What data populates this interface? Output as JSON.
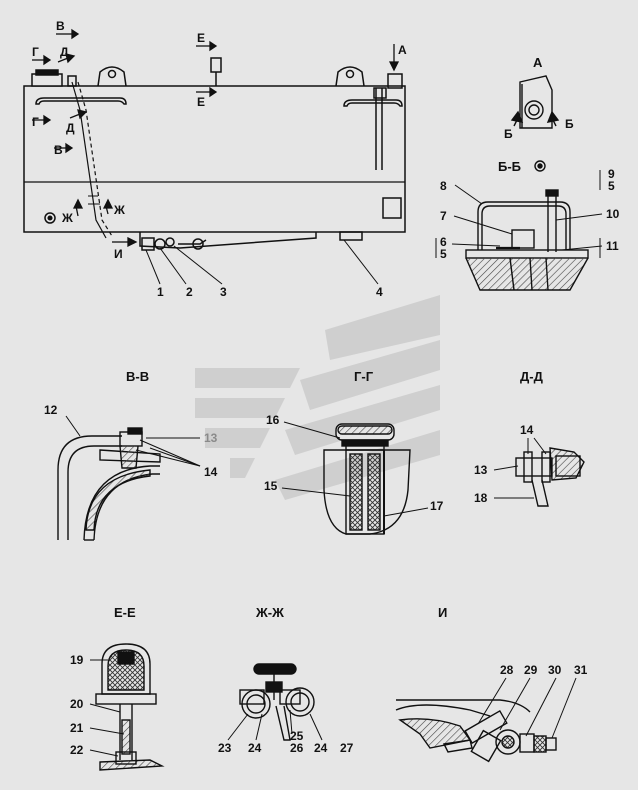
{
  "section_marks": {
    "v_top": "В",
    "g_top": "Г",
    "d_top": "Д",
    "e_top": "Е",
    "a_arrow": "А",
    "e_mid": "Е",
    "g_mid": "Г",
    "d_mid": "Д",
    "v_mid": "В",
    "zh_left": "Ж",
    "zh_right": "Ж",
    "i_arrow": "И"
  },
  "view_titles": {
    "a": "А",
    "bb": "Б-Б",
    "b_left": "Б",
    "b_right": "Б",
    "vv": "В-В",
    "gg": "Г-Г",
    "dd": "Д-Д",
    "ee": "Е-Е",
    "zhzh": "Ж-Ж",
    "i": "И"
  },
  "callouts": {
    "main": [
      "1",
      "2",
      "3",
      "4"
    ],
    "bb": {
      "c8": "8",
      "c7": "7",
      "c6": "6",
      "c5a": "5",
      "c9": "9",
      "c5b": "5",
      "c10": "10",
      "c11": "11"
    },
    "vv": {
      "c12": "12",
      "c13": "13",
      "c14": "14"
    },
    "gg": {
      "c16": "16",
      "c15": "15",
      "c17": "17"
    },
    "dd": {
      "c14": "14",
      "c13": "13",
      "c18": "18"
    },
    "ee": {
      "c19": "19",
      "c20": "20",
      "c21": "21",
      "c22": "22"
    },
    "zhzh": {
      "c23": "23",
      "c24a": "24",
      "c25": "25",
      "c26": "26",
      "c24b": "24",
      "c27": "27"
    },
    "i": {
      "c28": "28",
      "c29": "29",
      "c30": "30",
      "c31": "31"
    }
  },
  "colors": {
    "line": "#111111",
    "paper": "#e6e6e6",
    "hatch": "#555555",
    "watermark": "#c9c9c9"
  }
}
